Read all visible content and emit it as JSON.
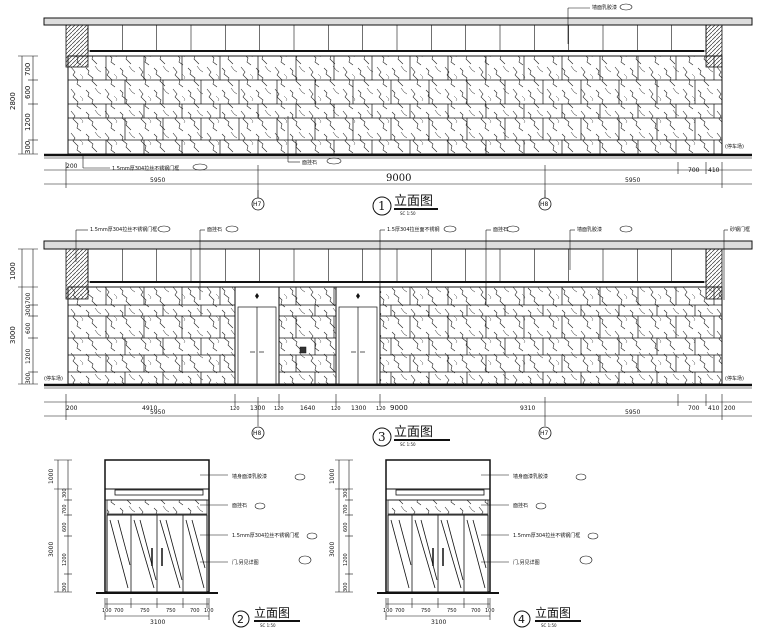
{
  "elev1": {
    "callouts": {
      "ceiling": "墙面乳胶漆",
      "door": "1.5mm厚304拉丝不锈钢门框",
      "stone": "面挂石"
    },
    "left_dims": [
      "2800",
      "700",
      "600",
      "1200",
      "300"
    ],
    "total": "9000",
    "bottom_dims": {
      "left_small": "200",
      "left": "5950",
      "right": "5950",
      "r1": "700",
      "r2": "410"
    },
    "axes": [
      "H7",
      "H8"
    ],
    "parking_left": "",
    "parking_right": "(停车场)",
    "title_num": "1",
    "title": "立面图",
    "scale": "SC 1:50"
  },
  "elev3": {
    "callouts": {
      "door_left": "1.5mm厚304拉丝不锈钢门框",
      "stone_left": "面挂石",
      "door_mid": "1.5厚304拉丝面不锈钢",
      "stone_mid": "面挂石",
      "ceiling": "墙面乳胶漆",
      "right": "砂钢门框"
    },
    "left_dims": [
      "1000",
      "3000",
      "700",
      "300",
      "600",
      "1200",
      "300"
    ],
    "parking_left": "(停车场)",
    "parking_right": "(停车场)",
    "segments": [
      "200",
      "4910",
      "120",
      "1300",
      "120",
      "1640",
      "120",
      "1300",
      "120",
      "9310",
      "700",
      "410",
      "200"
    ],
    "total": "9000",
    "bottom_dims": {
      "left": "5950",
      "right": "5950"
    },
    "axes": [
      "H8",
      "H7"
    ],
    "title_num": "3",
    "title": "立面图",
    "scale": "SC 1:50"
  },
  "elev2": {
    "callouts": {
      "ceiling": "墙身面漆乳胶漆",
      "stone": "面挂石",
      "door": "1.5mm厚304拉丝不锈钢门框",
      "glass": "门,另见详图"
    },
    "left_dims": [
      "1000",
      "3000",
      "300",
      "700",
      "600",
      "1200",
      "300"
    ],
    "segments": [
      "100",
      "700",
      "750",
      "750",
      "700",
      "100"
    ],
    "total": "3100",
    "title_num": "2",
    "title": "立面图",
    "scale": "SC 1:50"
  },
  "elev4": {
    "callouts": {
      "ceiling": "墙身面漆乳胶漆",
      "stone": "面挂石",
      "door": "1.5mm厚304拉丝不锈钢门框",
      "glass": "门,另见详图"
    },
    "left_dims": [
      "1000",
      "3000",
      "300",
      "700",
      "600",
      "1200",
      "300"
    ],
    "segments": [
      "100",
      "700",
      "750",
      "750",
      "700",
      "100"
    ],
    "total": "3100",
    "title_num": "4",
    "title": "立面图",
    "scale": "SC 1:50"
  }
}
